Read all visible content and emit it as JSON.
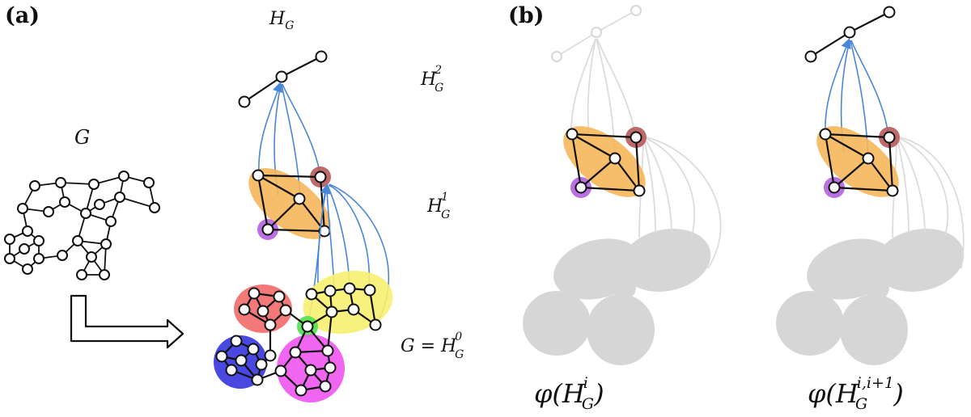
{
  "panels": {
    "a": "(a)",
    "b": "(b)"
  },
  "labels": {
    "g_left": "G",
    "hg_top": "H",
    "hg_top_sub": "G",
    "hg2": "H",
    "hg2_sub": "G",
    "hg2_sup": "2",
    "hg1": "H",
    "hg1_sub": "G",
    "hg1_sup": "1",
    "g_eq_prefix": "G = H",
    "g_eq_sub": "G",
    "g_eq_sup": "0",
    "phi_left_prefix": "φ(H",
    "phi_left_sub": "G",
    "phi_left_sup": "i",
    "phi_left_suffix": ")",
    "phi_right_prefix": "φ(H",
    "phi_right_sub": "G",
    "phi_right_sup": "i,i+1",
    "phi_right_suffix": ")"
  },
  "colors": {
    "cluster_red": "#f26a6a",
    "cluster_blue": "#3f3fe0",
    "cluster_magenta": "#ee55ee",
    "cluster_yellow": "#f7f070",
    "cluster_green": "#4fe04f",
    "cluster_orange": "#f5b75a",
    "node_dark_red": "#b85a5a",
    "node_purple": "#b260e0",
    "arrow_blue": "#4a86d8",
    "grey": "#d6d6d6"
  }
}
